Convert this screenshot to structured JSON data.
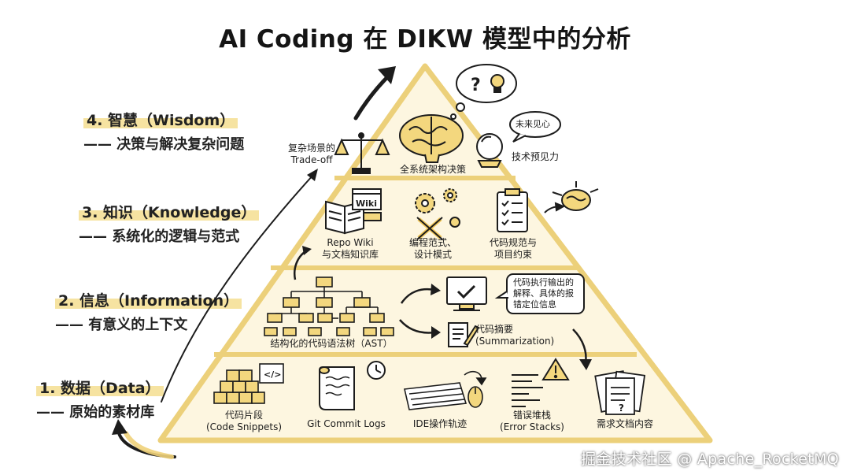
{
  "title": "AI Coding 在 DIKW 模型中的分析",
  "levels": [
    {
      "heading": "4. 智慧（Wisdom）",
      "desc": "—— 决策与解决复杂问题"
    },
    {
      "heading": "3. 知识（Knowledge）",
      "desc": "—— 系统化的逻辑与范式"
    },
    {
      "heading": "2. 信息（Information）",
      "desc": "—— 有意义的上下文"
    },
    {
      "heading": "1. 数据（Data）",
      "desc": "—— 原始的素材库"
    }
  ],
  "wisdom": {
    "tradeoff": [
      "复杂场景的",
      "Trade-off"
    ],
    "architecture": "全系统架构决策",
    "foresight": "技术预见力",
    "future_bubble": "未来见心",
    "think_bubble": "?"
  },
  "knowledge": {
    "repo_wiki": [
      "Repo Wiki",
      "与文档知识库"
    ],
    "wiki_tag": "Wiki",
    "paradigm": [
      "编程范式、",
      "设计模式"
    ],
    "standards": [
      "代码规范与",
      "项目约束"
    ]
  },
  "information": {
    "ast": "结构化的代码语法树（AST）",
    "exec_bubble": [
      "代码执行输出的",
      "解释、具体的报",
      "错定位信息"
    ],
    "summary": [
      "代码摘要",
      "(Summarization)"
    ]
  },
  "data": {
    "snippets": [
      "代码片段",
      "(Code Snippets)"
    ],
    "code_tag": "</>",
    "git": "Git Commit Logs",
    "ide": "IDE操作轨迹",
    "errors": [
      "错误堆栈",
      "(Error Stacks)"
    ],
    "requirements": "需求文档内容"
  },
  "watermark": "掘金技术社区 @ Apache_RocketMQ",
  "colors": {
    "accent": "#f0d27a",
    "pyramid_fill": "#fdf6e0",
    "ink": "#1c1c1c"
  }
}
